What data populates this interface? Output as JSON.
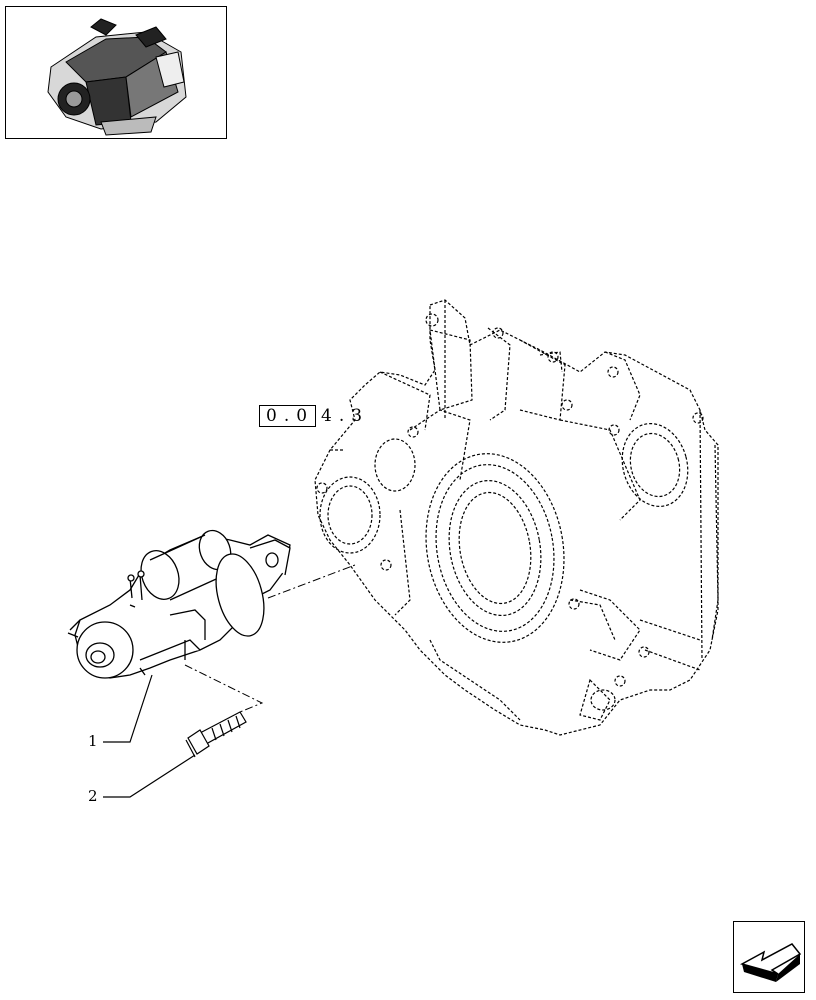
{
  "reference": {
    "boxed": "0.0",
    "tail": "4.3"
  },
  "callouts": [
    {
      "label": "1"
    },
    {
      "label": "2"
    }
  ],
  "thumbnail": {
    "icon": "engine-icon"
  },
  "navigation": {
    "icon": "back-arrow-icon"
  }
}
